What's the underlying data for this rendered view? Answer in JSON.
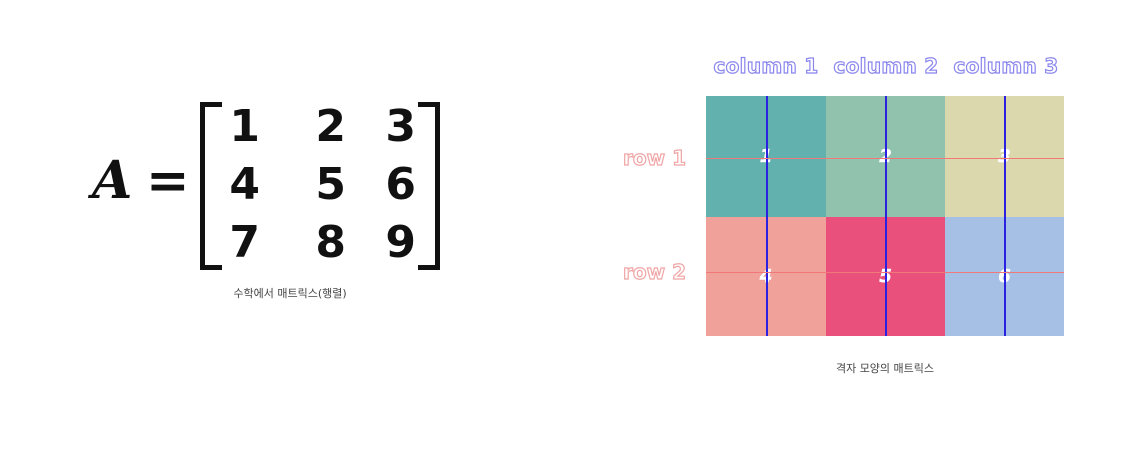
{
  "matrix": {
    "variable": "A",
    "equals": "=",
    "rows": [
      [
        "1",
        "2",
        "3"
      ],
      [
        "4",
        "5",
        "6"
      ],
      [
        "7",
        "8",
        "9"
      ]
    ],
    "caption": "수학에서 매트릭스(행렬)"
  },
  "grid": {
    "columns": [
      "column 1",
      "column 2",
      "column 3"
    ],
    "rows": [
      "row 1",
      "row 2"
    ],
    "cells": [
      [
        {
          "value": "1",
          "color": "#62b1ae"
        },
        {
          "value": "2",
          "color": "#90c2ad"
        },
        {
          "value": "3",
          "color": "#dcd8ae"
        }
      ],
      [
        {
          "value": "4",
          "color": "#f0a19a"
        },
        {
          "value": "5",
          "color": "#e9517c"
        },
        {
          "value": "6",
          "color": "#a6c0e5"
        }
      ]
    ],
    "column_label_color": "#8a86ee",
    "row_label_color": "#f0a5a5",
    "vertical_line_color": "#2a22e0",
    "horizontal_line_color": "#f07878",
    "caption": "격자 모양의 매트릭스"
  }
}
